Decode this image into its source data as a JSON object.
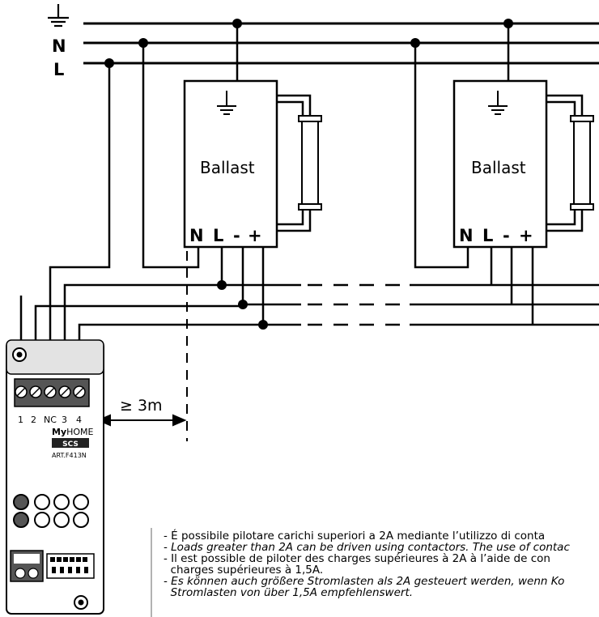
{
  "terminals": {
    "earth_symbol": "earth-symbol",
    "neutral": "N",
    "live": "L"
  },
  "ballasts": [
    {
      "label": "Ballast",
      "pins": {
        "n": "N",
        "l": "L",
        "minus": "-",
        "plus": "+"
      }
    },
    {
      "label": "Ballast",
      "pins": {
        "n": "N",
        "l": "L",
        "minus": "-",
        "plus": "+"
      }
    }
  ],
  "distance_label": "≥ 3m",
  "device": {
    "terminal_labels": [
      "1",
      "2",
      "NC",
      "3",
      "4"
    ],
    "brand_my": "My",
    "brand_home": "HOME",
    "brand_logo": "SCS",
    "model": "ART.F413N"
  },
  "notes": [
    "- É possibile pilotare carichi superiori a 2A mediante l’utilizzo di conta",
    "- Loads greater than 2A can be driven using contactors. The use of contac",
    "- Il est possible de piloter des charges supérieures à 2A à l’aide de con",
    "  charges supérieures à 1,5A.",
    "- Es können auch größere Stromlasten als 2A gesteuert werden, wenn Ko",
    "  Stromlasten von über 1,5A empfehlenswert."
  ]
}
